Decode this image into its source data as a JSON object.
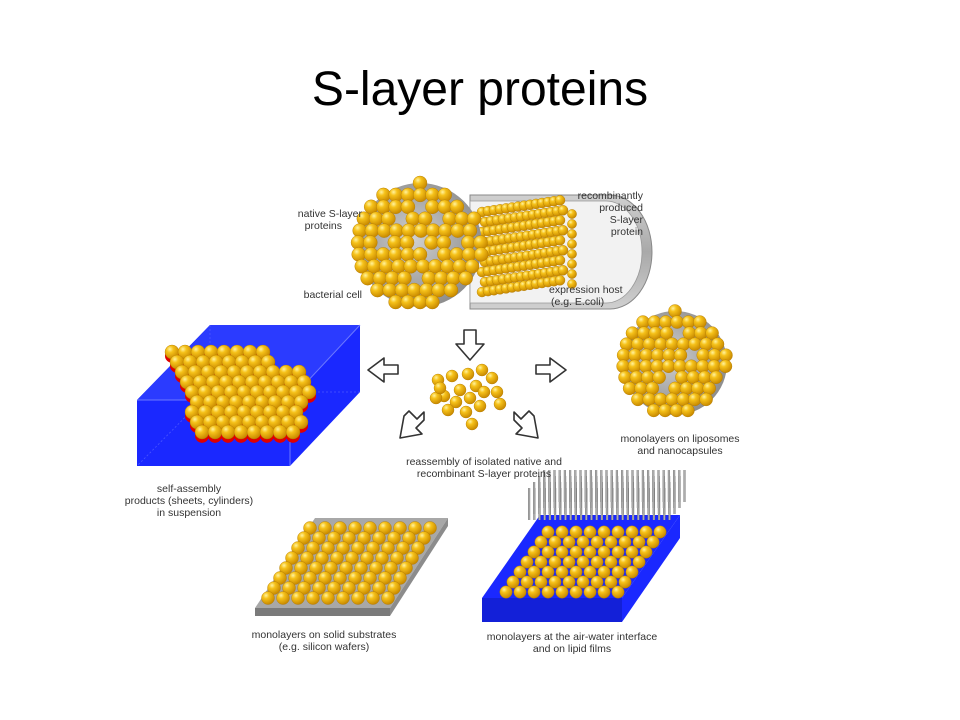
{
  "slide": {
    "title": "S-layer proteins"
  },
  "diagram": {
    "labels": {
      "native": [
        "native S-layer",
        "proteins"
      ],
      "recombinant": [
        "recombinantly",
        "produced",
        "S-layer",
        "protein"
      ],
      "bacterial_cell": "bacterial cell",
      "expression_host": [
        "expression host",
        "(e.g. E.coli)"
      ],
      "reassembly": [
        "reassembly of isolated native and",
        "recombinant S-layer proteins"
      ],
      "liposomes": [
        "monolayers on liposomes",
        "and nanocapsules"
      ],
      "self_assembly": [
        "self-assembly",
        "products (sheets, cylinders)",
        "in suspension"
      ],
      "solid_substrates": [
        "monolayers on solid substrates",
        "(e.g. silicon wafers)"
      ],
      "air_water": [
        "monolayers at the air-water interface",
        "and on lipid films"
      ]
    },
    "colors": {
      "sphere": "#f2b400",
      "sphere_highlight": "#ffe25c",
      "sphere_shadow": "#c98a00",
      "blue_plate": "#1a28ff",
      "red_base": "#e00000",
      "grey_plate": "#9a9a9a",
      "host_capsule": "#b8b8b8"
    }
  }
}
